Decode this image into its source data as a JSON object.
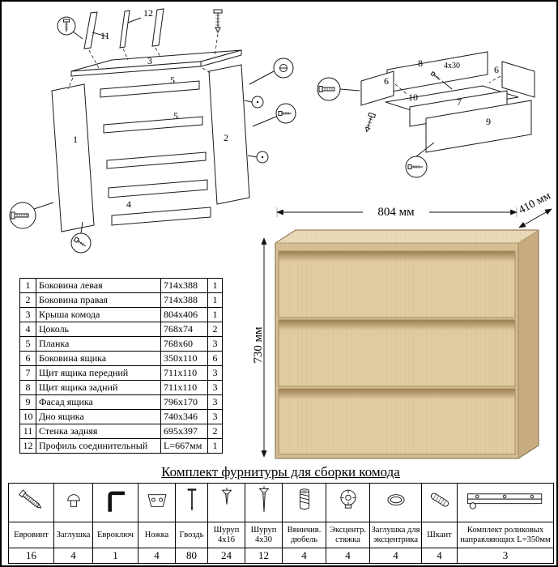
{
  "colors": {
    "wood_top": "#ead9b7",
    "wood_front": "#e0cba2",
    "wood_frame": "#d6bf95",
    "wood_side": "#c8ad82",
    "wood_bevel": "#9c7e51",
    "line": "#1a1a1a"
  },
  "diagram_left": {
    "labels": {
      "p1": "1",
      "p2": "2",
      "p3": "3",
      "p4": "4",
      "p5": "5",
      "p11": "11",
      "p12": "12"
    }
  },
  "diagram_right": {
    "labels": {
      "p6": "6",
      "p7": "7",
      "p8": "8",
      "p9": "9",
      "p10": "10"
    },
    "screw_note": "4x30"
  },
  "dresser": {
    "width_label": "804 мм",
    "depth_label": "410 мм",
    "height_label": "730 мм"
  },
  "parts": {
    "rows": [
      {
        "num": "1",
        "name": "Боковина левая",
        "size": "714x388",
        "qty": "1"
      },
      {
        "num": "2",
        "name": "Боковина правая",
        "size": "714x388",
        "qty": "1"
      },
      {
        "num": "3",
        "name": "Крыша комода",
        "size": "804x406",
        "qty": "1"
      },
      {
        "num": "4",
        "name": "Цоколь",
        "size": "768x74",
        "qty": "2"
      },
      {
        "num": "5",
        "name": "Планка",
        "size": "768x60",
        "qty": "3"
      },
      {
        "num": "6",
        "name": "Боковина ящика",
        "size": "350x110",
        "qty": "6"
      },
      {
        "num": "7",
        "name": "Щит ящика передний",
        "size": "711x110",
        "qty": "3"
      },
      {
        "num": "8",
        "name": "Щит ящика задний",
        "size": "711x110",
        "qty": "3"
      },
      {
        "num": "9",
        "name": "Фасад ящика",
        "size": "796x170",
        "qty": "3"
      },
      {
        "num": "10",
        "name": "Дно ящика",
        "size": "740x346",
        "qty": "3"
      },
      {
        "num": "11",
        "name": "Стенка задняя",
        "size": "695x397",
        "qty": "2"
      },
      {
        "num": "12",
        "name": "Профиль соединительный",
        "size": "L=667мм",
        "qty": "1"
      }
    ]
  },
  "hardware": {
    "title": "Комплект фурнитуры для сборки комода",
    "items": [
      {
        "icon": "confirmat-screw",
        "name": "Евровинт",
        "qty": "16"
      },
      {
        "icon": "plug-cap",
        "name": "Заглушка",
        "qty": "4"
      },
      {
        "icon": "hex-key",
        "name": "Евроключ",
        "qty": "1"
      },
      {
        "icon": "leg",
        "name": "Ножка",
        "qty": "4"
      },
      {
        "icon": "nail",
        "name": "Гвоздь",
        "qty": "80"
      },
      {
        "icon": "screw-4x16",
        "name": "Шуруп 4x16",
        "qty": "24"
      },
      {
        "icon": "screw-4x30",
        "name": "Шуруп 4x30",
        "qty": "12"
      },
      {
        "icon": "screw-in-dowel",
        "name": "Ввинчив. дюбель",
        "qty": "4"
      },
      {
        "icon": "eccentric-cam",
        "name": "Эксцентр. стяжка",
        "qty": "4"
      },
      {
        "icon": "cam-cover",
        "name": "Заглушка для эксцентрика",
        "qty": "4"
      },
      {
        "icon": "wooden-dowel",
        "name": "Шкант",
        "qty": "4"
      },
      {
        "icon": "roller-slides-kit",
        "name": "Комплект роликовых направляющих L=350мм",
        "qty": "3"
      }
    ]
  }
}
